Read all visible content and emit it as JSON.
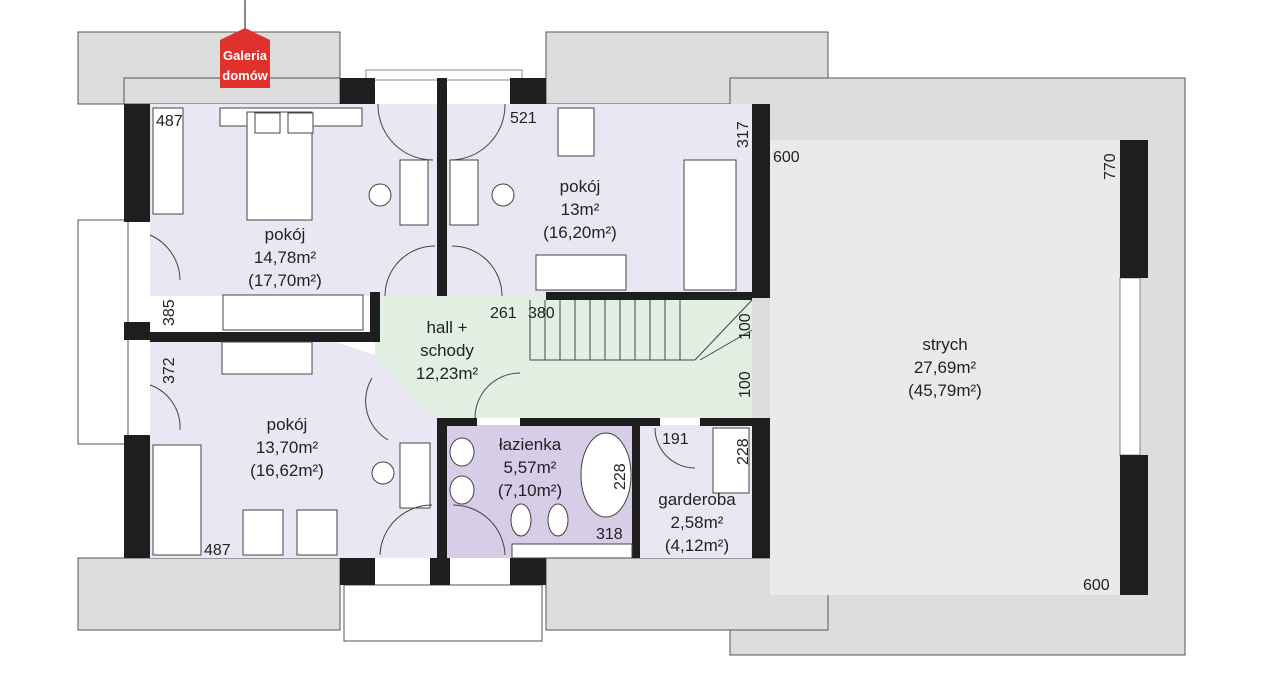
{
  "logo": {
    "line1": "Galeria",
    "line2": "domów",
    "color": "#e0322d"
  },
  "colors": {
    "bedroom": "#e9e7f4",
    "hall": "#e2f0e4",
    "bathroom": "#d7cde7",
    "attic": "#e9ebea",
    "roof": "#dcdddc",
    "wall": "#1e1e1e"
  },
  "rooms": {
    "bedroom_1": {
      "name": "pokój",
      "area": "14,78m²",
      "area_total": "(17,70m²)"
    },
    "bedroom_2": {
      "name": "pokój",
      "area": "13m²",
      "area_total": "(16,20m²)"
    },
    "bedroom_3": {
      "name": "pokój",
      "area": "13,70m²",
      "area_total": "(16,62m²)"
    },
    "hall": {
      "name_1": "hall +",
      "name_2": "schody",
      "area": "12,23m²"
    },
    "bathroom": {
      "name": "łazienka",
      "area": "5,57m²",
      "area_total": "(7,10m²)"
    },
    "wardrobe": {
      "name": "garderoba",
      "area": "2,58m²",
      "area_total": "(4,12m²)"
    },
    "attic": {
      "name": "strych",
      "area": "27,69m²",
      "area_total": "(45,79m²)"
    }
  },
  "dimensions": {
    "d487_top": "487",
    "d521": "521",
    "d317": "317",
    "d600_top": "600",
    "d770": "770",
    "d385": "385",
    "d372": "372",
    "d261": "261",
    "d380": "380",
    "d100_a": "100",
    "d100_b": "100",
    "d191": "191",
    "d228_a": "228",
    "d228_b": "228",
    "d318": "318",
    "d487_bottom": "487",
    "d600_bottom": "600"
  }
}
